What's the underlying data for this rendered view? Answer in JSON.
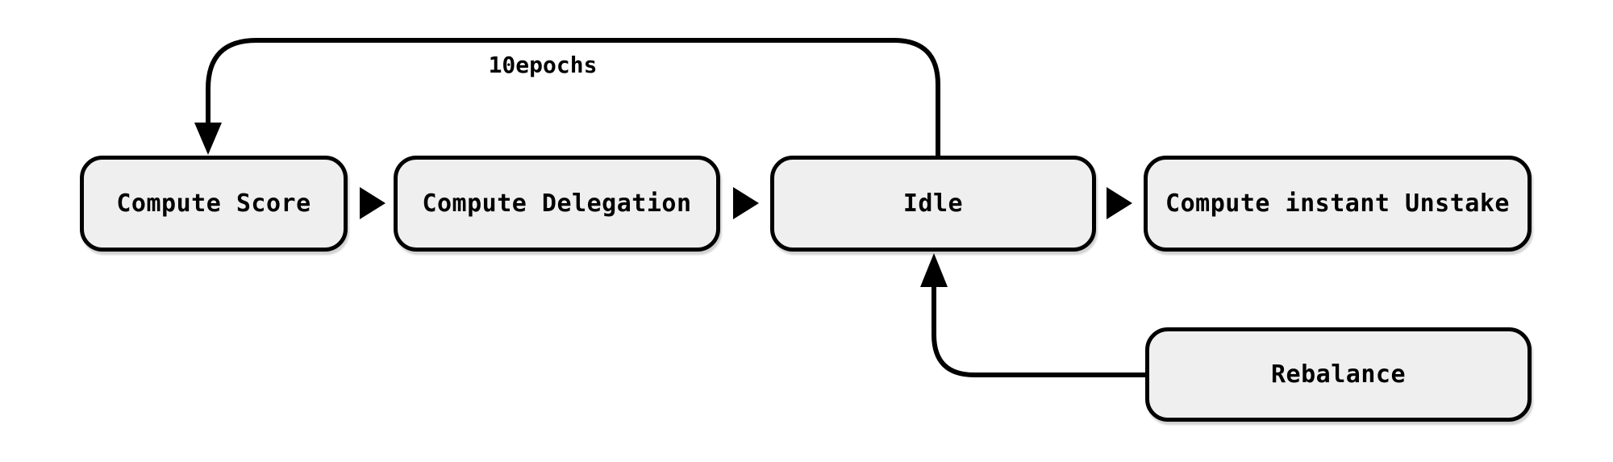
{
  "diagram": {
    "nodes": [
      {
        "id": "compute-score",
        "label": "Compute Score"
      },
      {
        "id": "compute-delegation",
        "label": "Compute Delegation"
      },
      {
        "id": "idle",
        "label": "Idle"
      },
      {
        "id": "compute-instant-unstake",
        "label": "Compute instant Unstake"
      },
      {
        "id": "rebalance",
        "label": "Rebalance"
      }
    ],
    "edges": [
      {
        "from": "compute-score",
        "to": "compute-delegation",
        "label": ""
      },
      {
        "from": "compute-delegation",
        "to": "idle",
        "label": ""
      },
      {
        "from": "idle",
        "to": "compute-instant-unstake",
        "label": ""
      },
      {
        "from": "idle",
        "to": "compute-score",
        "label": "10epochs"
      },
      {
        "from": "rebalance",
        "to": "idle",
        "label": ""
      }
    ],
    "colors": {
      "background": "#ffffff",
      "node_fill": "#efefef",
      "node_border": "#000000",
      "arrow": "#000000",
      "text": "#000000"
    }
  }
}
